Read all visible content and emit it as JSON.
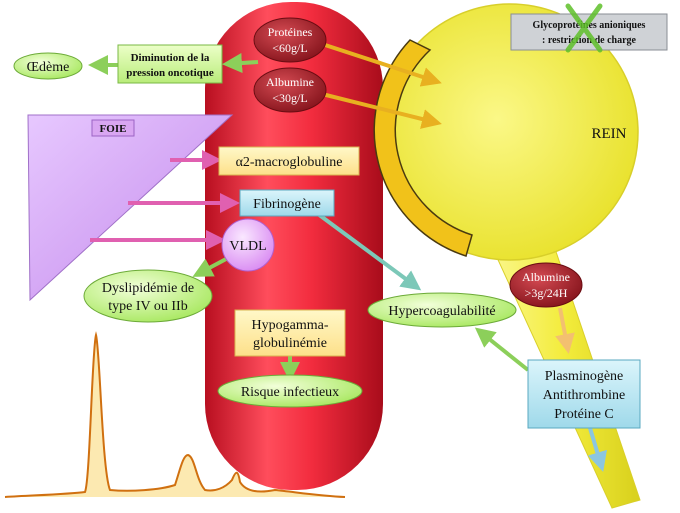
{
  "labels": {
    "oedeme": "Œdème",
    "diminution_line1": "Diminution de la",
    "diminution_line2": "pression oncotique",
    "proteines_line1": "Protéines",
    "proteines_line2": "<60g/L",
    "albumine_line1": "Albumine",
    "albumine_line2": "<30g/L",
    "glyco_line1": "Glycoprotéines anioniques",
    "glyco_line2": ": restriction de charge",
    "foie": "FOIE",
    "rein": "REIN",
    "alpha2": "α2-macroglobuline",
    "fibrinogene": "Fibrinogène",
    "vldl": "VLDL",
    "dyslip_line1": "Dyslipidémie de",
    "dyslip_line2": "type IV ou IIb",
    "hypergamma_line1": "Hypogamma-",
    "hypergamma_line2": "globulinémie",
    "risque": "Risque infectieux",
    "hypercoag": "Hypercoagulabilité",
    "albu_urine_line1": "Albumine",
    "albu_urine_line2": ">3g/24H",
    "plasmino_line1": "Plasminogène",
    "plasmino_line2": "Antithrombine",
    "plasmino_line3": "Protéine C"
  },
  "colors": {
    "vessel_red": "#e8283a",
    "kidney_yellow": "#f4ef4a",
    "liver_purple": "#d6a6f0",
    "ellipse_green": "#c9f58a",
    "box_yellow": "#fff0a0",
    "box_cyan": "#b6e6f2",
    "dark_red_oval": "#9b1b24",
    "curve_orange": "#d07010"
  }
}
